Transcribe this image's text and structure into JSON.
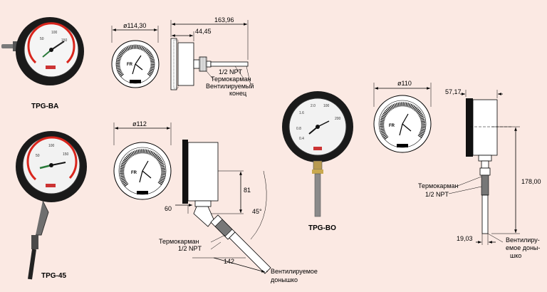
{
  "colors": {
    "background": "#fbe9e3",
    "red": "#d9251c"
  },
  "models": {
    "ba": "TPG-BA",
    "g45": "TPG-45",
    "bo": "TPG-BO"
  },
  "ba": {
    "diameter": "ø114,30",
    "length": "163,96",
    "depth": "44,45",
    "npt": "1/2 NPT",
    "thermowell": "Термокарман",
    "vent_end_1": "Вентилируемый",
    "vent_end_2": "конец"
  },
  "g45": {
    "diameter": "ø112",
    "height": "81",
    "offset": "60",
    "angle": "45°",
    "length": "142",
    "thermowell": "Термокарман",
    "npt": "1/2 NPT",
    "vent_bottom_1": "Вентилируемое",
    "vent_bottom_2": "донышко"
  },
  "bo": {
    "diameter": "ø110",
    "depth": "57,17",
    "height": "178,00",
    "width": "19,03",
    "thermowell": "Термокарман",
    "npt": "1/2 NPT",
    "vent_bottom_1": "Вентилиру-",
    "vent_bottom_2": "емое доны-",
    "vent_bottom_3": "шко"
  }
}
